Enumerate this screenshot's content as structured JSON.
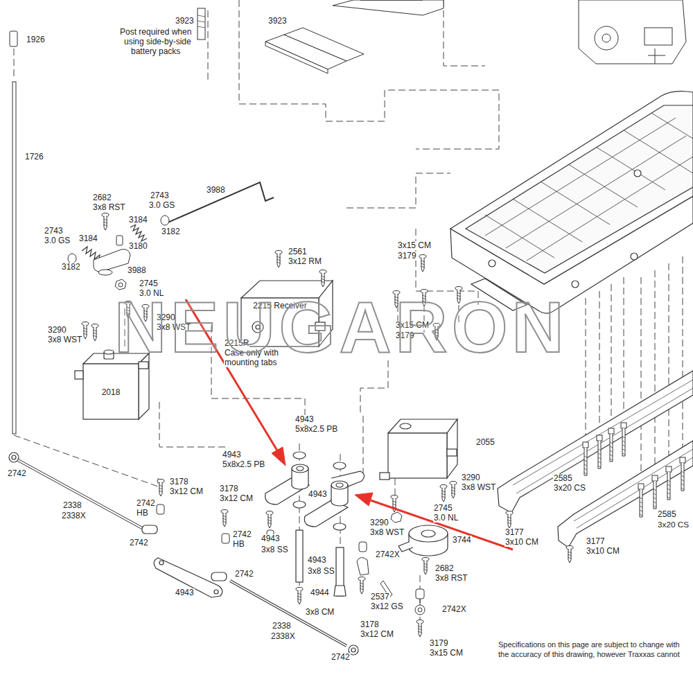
{
  "diagram": {
    "nodes": [
      {
        "text": [
          "2215 Receiver"
        ]
      },
      {
        "text": [
          "2018"
        ]
      }
    ],
    "labels": [
      "3923",
      "Post required when",
      "using side-by-side",
      "battery packs",
      "1926",
      "3923",
      "1726",
      "3988",
      "2682",
      "3x8 RST",
      "2743",
      "3.0 GS",
      "3184",
      "2743",
      "3.0 GS",
      "3184",
      "3180",
      "3182",
      "3182",
      "3988",
      "2745",
      "3.0 NL",
      "2561",
      "3x12 RM",
      "3x15 CM",
      "3179",
      "3x15 CM",
      "3179",
      "3290",
      "3x8 WST",
      "3290",
      "3x8 WST",
      "2215R",
      "Case only with",
      "mounting tabs",
      "NEUGARON",
      "4943",
      "5x8x2.5 PB",
      "2055",
      "4943",
      "5x8x2.5 PB",
      "2742",
      "3290",
      "3x8 WST",
      "3178",
      "3x12 CM",
      "3178",
      "3x12 CM",
      "4943",
      "2338",
      "2338X",
      "2742",
      "HB",
      "2745",
      "3.0 NL",
      "3744",
      "3290",
      "3x8 WST",
      "2742",
      "HB",
      "2742X",
      "3177",
      "3x10 CM",
      "3177",
      "3x10 CM",
      "2585",
      "3x20 CS",
      "2585",
      "3x20 CS",
      "2742",
      "4943",
      "3x8 SS",
      "4943",
      "3x8 SS",
      "2682",
      "3x8 RST",
      "2742",
      "4943",
      "4944",
      "2537",
      "3x12 GS",
      "2742X",
      "3x8 CM",
      "2338",
      "2338X",
      "3178",
      "3x12 CM",
      "3179",
      "3x15 CM",
      "2742",
      "Specifications on this page are subject to change with",
      "the accuracy of this drawing, however Traxxas cannot"
    ]
  }
}
